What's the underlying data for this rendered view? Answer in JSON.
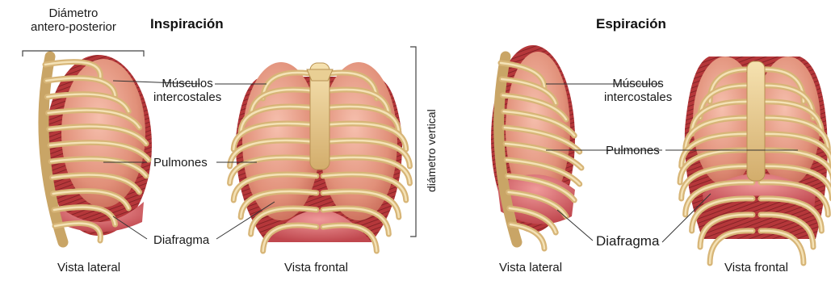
{
  "inspiration": {
    "title": "Inspiración",
    "ap_diameter": [
      "Diámetro",
      "antero-posterior"
    ],
    "muscles": [
      "Músculos",
      "intercostales"
    ],
    "lungs": "Pulmones",
    "diaphragm": "Diafragma",
    "lateral_view": "Vista lateral",
    "frontal_view": "Vista frontal",
    "vertical_diameter": "diámetro vertical"
  },
  "expiration": {
    "title": "Espiración",
    "muscles": [
      "Músculos",
      "intercostales"
    ],
    "lungs": "Pulmones",
    "diaphragm": "Diafragma",
    "lateral_view": "Vista lateral",
    "frontal_view": "Vista frontal"
  },
  "colors": {
    "bone": "#e9cf94",
    "bone_shade": "#c9a566",
    "lung": "#e0907d",
    "lung_light": "#f2b5a3",
    "muscle": "#b5373a",
    "diaphragm": "#d9656a"
  }
}
